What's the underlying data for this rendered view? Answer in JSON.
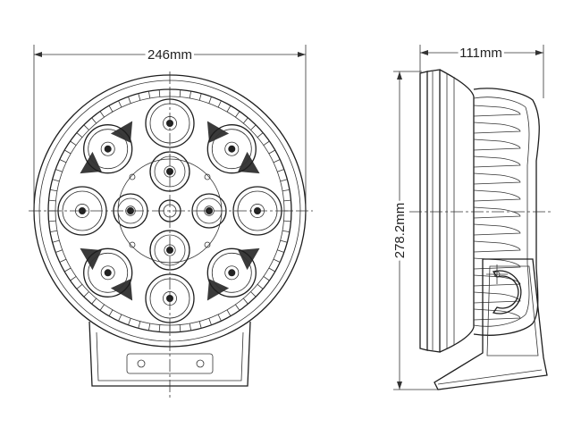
{
  "dimensions": {
    "front_width": "246mm",
    "side_depth": "111mm",
    "side_height": "278.2mm"
  },
  "views": [
    "front-view",
    "side-view"
  ],
  "colors": {
    "line": "#1e1e1e",
    "fill_dark": "#3a3a3a",
    "background": "#ffffff"
  }
}
